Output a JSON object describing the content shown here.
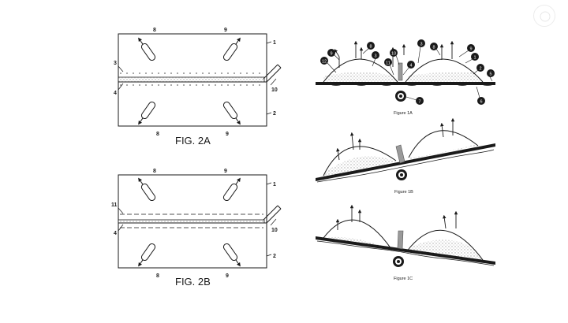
{
  "fig2a": {
    "caption": "FIG. 2A",
    "labels": {
      "n1": "1",
      "n2": "2",
      "n3": "3",
      "n4": "4",
      "n8a": "8",
      "n9a": "9",
      "n8b": "8",
      "n9b": "9",
      "n10": "10"
    }
  },
  "fig2b": {
    "caption": "FIG. 2B",
    "labels": {
      "n1": "1",
      "n2": "2",
      "n4": "4",
      "n8a": "8",
      "n9a": "9",
      "n8b": "8",
      "n9b": "9",
      "n10": "10",
      "n11": "11"
    }
  },
  "fig1a": {
    "caption": "Figure 1A",
    "callouts": {
      "c1": "1",
      "c2": "2",
      "c3a": "3",
      "c3b": "3",
      "c4": "4",
      "c5": "5",
      "c6": "6",
      "c7": "7",
      "c8a": "8",
      "c8b": "8",
      "c9a": "9",
      "c9b": "9",
      "c10": "10",
      "c11": "11",
      "c12": "12"
    }
  },
  "fig1b": {
    "caption": "Figure 1B"
  },
  "fig1c": {
    "caption": "Figure 1C"
  },
  "colors": {
    "ink": "#1a1a1a",
    "stipple": "#bdbdbd",
    "nozzle": "#9a9a9a",
    "background": "#ffffff"
  }
}
